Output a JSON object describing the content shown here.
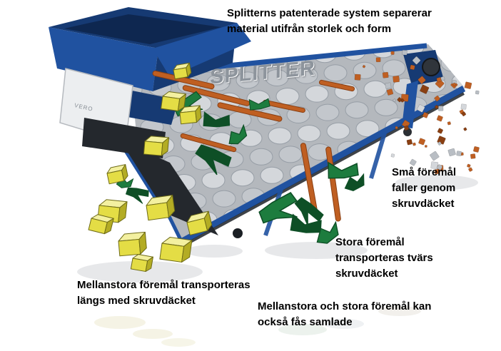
{
  "diagram": {
    "heading": "Splitterns patenterade system separerar material utifrån storlek och form",
    "machine_wordmark": "SPLITTER",
    "machine_side_label": "VERO",
    "annotations": {
      "small": "Små föremål faller genom skruvdäcket",
      "large": "Stora föremål transporteras tvärs skruvdäcket",
      "medium": "Mellanstora föremål transporteras längs med skruvdäcket",
      "collect": "Mellanstora och stora föremål kan också fås samlade"
    },
    "palette": {
      "machine_blue": "#2052a0",
      "machine_blue_dark": "#163a73",
      "machine_blue_deep": "#0e2750",
      "steel_light": "#d4d7db",
      "steel_mid": "#c3c7cc",
      "steel_dark": "#979ea6",
      "belt_dark": "#24282d",
      "yellow": "#e4dd45",
      "yellow_light": "#f3f0a0",
      "yellow_dark": "#b3ac24",
      "yellow_outline": "#6e6b17",
      "green": "#1d7c3e",
      "green_dark": "#0e4f26",
      "orange": "#bf5f22",
      "orange_dark": "#8a3f12",
      "debris_gray": "#b9bec4",
      "shadow_gray": "#c9ccd1",
      "splitter_gray": "#8d949c",
      "text_black": "#000000"
    }
  }
}
